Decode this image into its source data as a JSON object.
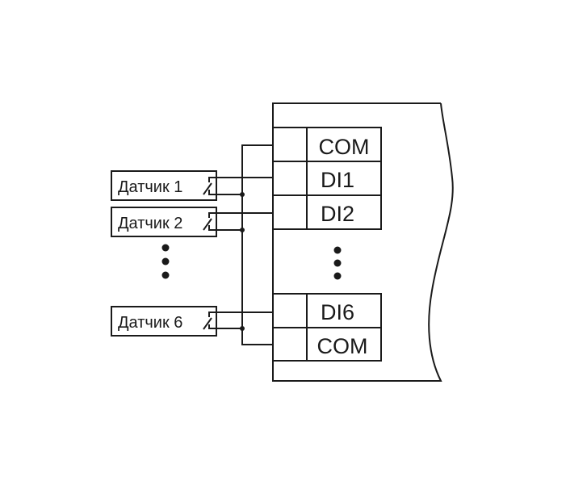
{
  "sensors": [
    {
      "label": "Датчик 1"
    },
    {
      "label": "Датчик 2"
    },
    {
      "label": "Датчик 6"
    }
  ],
  "terminals": {
    "top": [
      "COM",
      "DI1",
      "DI2"
    ],
    "bottom": [
      "DI6",
      "COM"
    ]
  },
  "colors": {
    "line": "#1a1a1a",
    "background": "#ffffff"
  }
}
